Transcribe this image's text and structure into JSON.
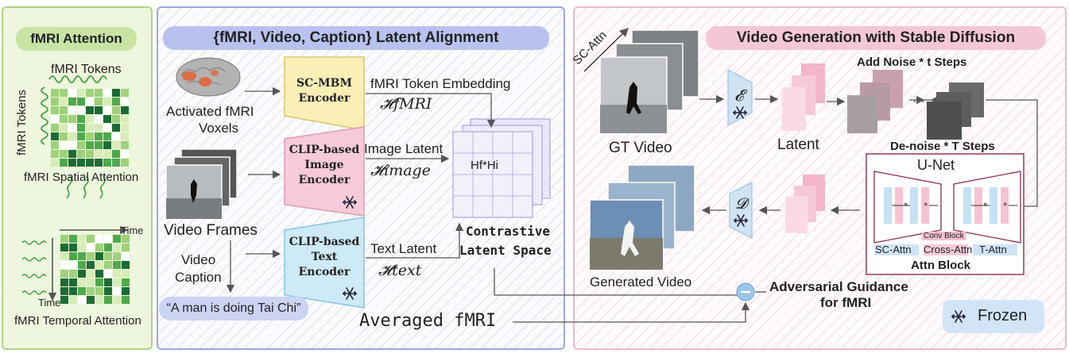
{
  "panels": {
    "attention": {
      "title": "fMRI Attention",
      "tokens_top": "fMRI Tokens",
      "tokens_side": "fMRI Tokens",
      "spatial_caption": "fMRI Spatial Attention",
      "time_top": "Time",
      "time_side": "Time",
      "temporal_caption": "fMRI Temporal Attention"
    },
    "alignment": {
      "title": "{fMRI, Video, Caption} Latent Alignment",
      "activated_line1": "Activated fMRI",
      "activated_line2": "Voxels",
      "video_frames": "Video Frames",
      "caption_line1": "Video",
      "caption_line2": "Caption",
      "caption_example": "“A man is doing Tai Chi”",
      "sc_mbm_line1": "SC-MBM",
      "sc_mbm_line2": "Encoder",
      "clip_img_line1": "CLIP-based",
      "clip_img_line2": "Image",
      "clip_img_line3": "Encoder",
      "clip_txt_line1": "CLIP-based",
      "clip_txt_line2": "Text",
      "clip_txt_line3": "Encoder",
      "fmri_token_embedding": "fMRI Token Embedding",
      "h_fmri": "𝓗fMRI",
      "image_latent": "Image Latent",
      "h_image": "𝓗image",
      "text_latent": "Text Latent",
      "h_text": "𝓗text",
      "hf_hi": "Hf*Hi",
      "contrastive_line1": "Contrastive",
      "contrastive_line2": "Latent Space",
      "averaged_fmri": "Averaged fMRI"
    },
    "generation": {
      "title": "Video Generation with Stable Diffusion",
      "sc_attn_diag": "SC-Attn",
      "gt_video": "GT Video",
      "latent": "Latent",
      "add_noise": "Add Noise * t Steps",
      "denoise": "De-noise * T Steps",
      "unet": "U-Net",
      "conv_block": "Conv Block",
      "sc_attn": "SC-Attn",
      "cross_attn": "Cross-Attn",
      "t_attn": "T-Attn",
      "attn_block": "Attn Block",
      "generated_video": "Generated Video",
      "adversarial_line1": "Adversarial Guidance",
      "adversarial_line2": "for fMRI",
      "frozen": "Frozen",
      "encoder_symbol": "𝓔",
      "decoder_symbol": "𝓓",
      "minus": "−",
      "ellipsis": "···"
    }
  },
  "colors": {
    "green_panel": "#e4f0cc",
    "green_title": "#c9e3a4",
    "blue_panel_border": "#9fa8d8",
    "blue_title": "#b9c1ee",
    "pink_panel_border": "#ebb9cb",
    "pink_title": "#f3c7d8",
    "yellow_enc": "#fbefb8",
    "pink_enc": "#f6cadb",
    "cyan_enc": "#cdeaf6",
    "latent_pink": "#f5c5d5",
    "frozen_box": "#d2e5f7"
  },
  "icons": [
    "snowflake-icon",
    "brain-icon",
    "minus-circle-icon",
    "wave-icon"
  ]
}
